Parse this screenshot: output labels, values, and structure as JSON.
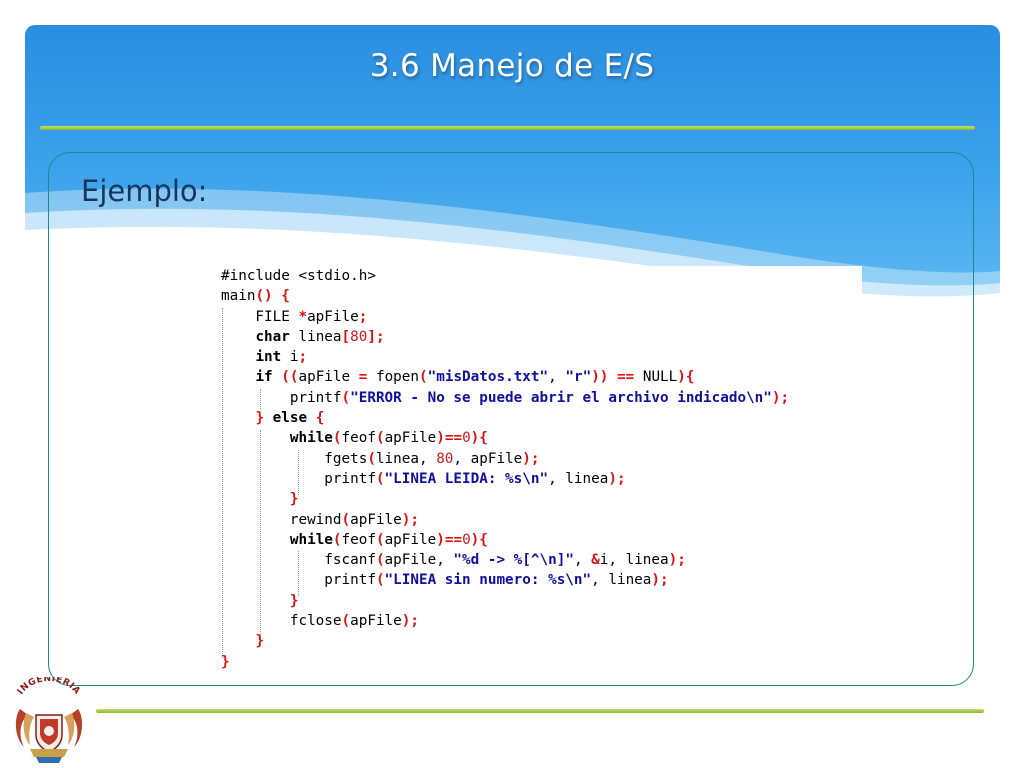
{
  "slide": {
    "title": "3.6  Manejo de E/S",
    "heading": "Ejemplo:"
  },
  "logo": {
    "text": "INGENIERIA",
    "icon": "university-crest-icon"
  },
  "colors": {
    "title_text": "#ffffff",
    "heading_text": "#17365d",
    "accent_rule": "#9cc540",
    "box_border": "#1f8a8c",
    "code_keyword": "#000000",
    "code_string": "#1010a0",
    "code_number": "#c81e1e",
    "code_punct": "#e01010"
  },
  "code": {
    "language": "C",
    "lines": [
      "#include <stdio.h>",
      "main() {",
      "    FILE *apFile;",
      "    char linea[80];",
      "    int i;",
      "    if ((apFile = fopen(\"misDatos.txt\", \"r\")) == NULL){",
      "        printf(\"ERROR - No se puede abrir el archivo indicado\\n\");",
      "    } else {",
      "        while(feof(apFile)==0){",
      "            fgets(linea, 80, apFile);",
      "            printf(\"LINEA LEIDA: %s\\n\", linea);",
      "        }",
      "        rewind(apFile);",
      "        while(feof(apFile)==0){",
      "            fscanf(apFile, \"%d -> %[^\\n]\", &i, linea);",
      "            printf(\"LINEA sin numero: %s\\n\", linea);",
      "        }",
      "        fclose(apFile);",
      "    }",
      "}"
    ]
  }
}
